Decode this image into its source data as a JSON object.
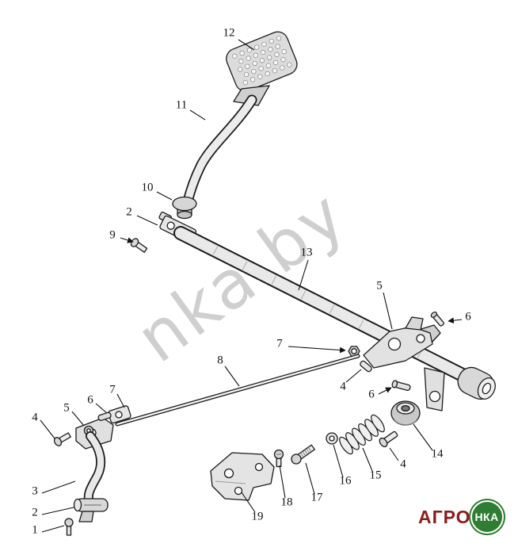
{
  "watermark": {
    "text": "nka.by",
    "color": "#a0a0a0"
  },
  "logo": {
    "agro": "АГРО",
    "nka": "НКА",
    "green": "#2f7d33",
    "maroon": "#8b1d1d"
  },
  "colors": {
    "line": "#1a1a1a",
    "fill_light": "#e6e6e6",
    "fill_mid": "#d6d6d6",
    "background": "#ffffff"
  },
  "callouts": [
    "12",
    "11",
    "10",
    "2",
    "9",
    "13",
    "5",
    "6",
    "7",
    "4",
    "6",
    "8",
    "7",
    "6",
    "5",
    "4",
    "3",
    "2",
    "1",
    "14",
    "4",
    "15",
    "16",
    "17",
    "18",
    "19"
  ]
}
